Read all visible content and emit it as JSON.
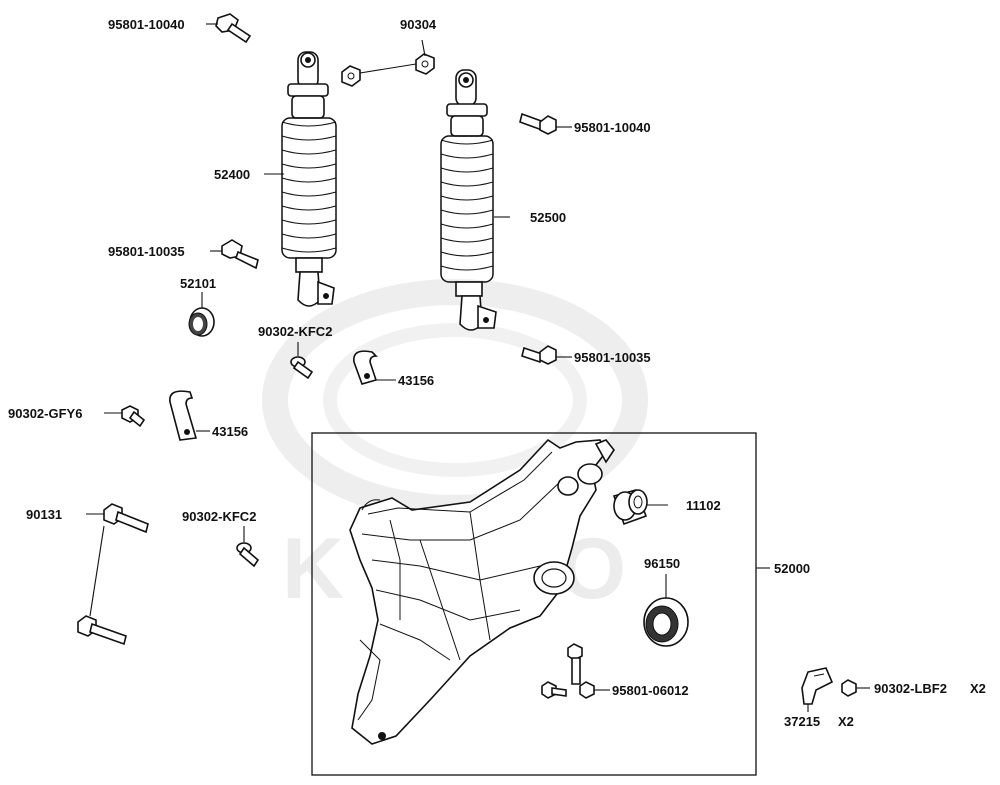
{
  "watermark": {
    "brand_text": "KYMCO"
  },
  "callouts": {
    "c1": "95801-10040",
    "c2": "90304",
    "c3": "95801-10040",
    "c4": "52400",
    "c5": "52500",
    "c6": "95801-10035",
    "c7": "52101",
    "c8": "90302-KFC2",
    "c9": "95801-10035",
    "c10": "43156",
    "c11": "90302-GFY6",
    "c12": "43156",
    "c13": "11102",
    "c14": "90131",
    "c15": "90302-KFC2",
    "c16": "96150",
    "c17": "52000",
    "c18": "95801-06012",
    "c19": "90302-LBF2",
    "c20": "37215"
  },
  "quantities": {
    "q1": "X2",
    "q2": "X2"
  }
}
